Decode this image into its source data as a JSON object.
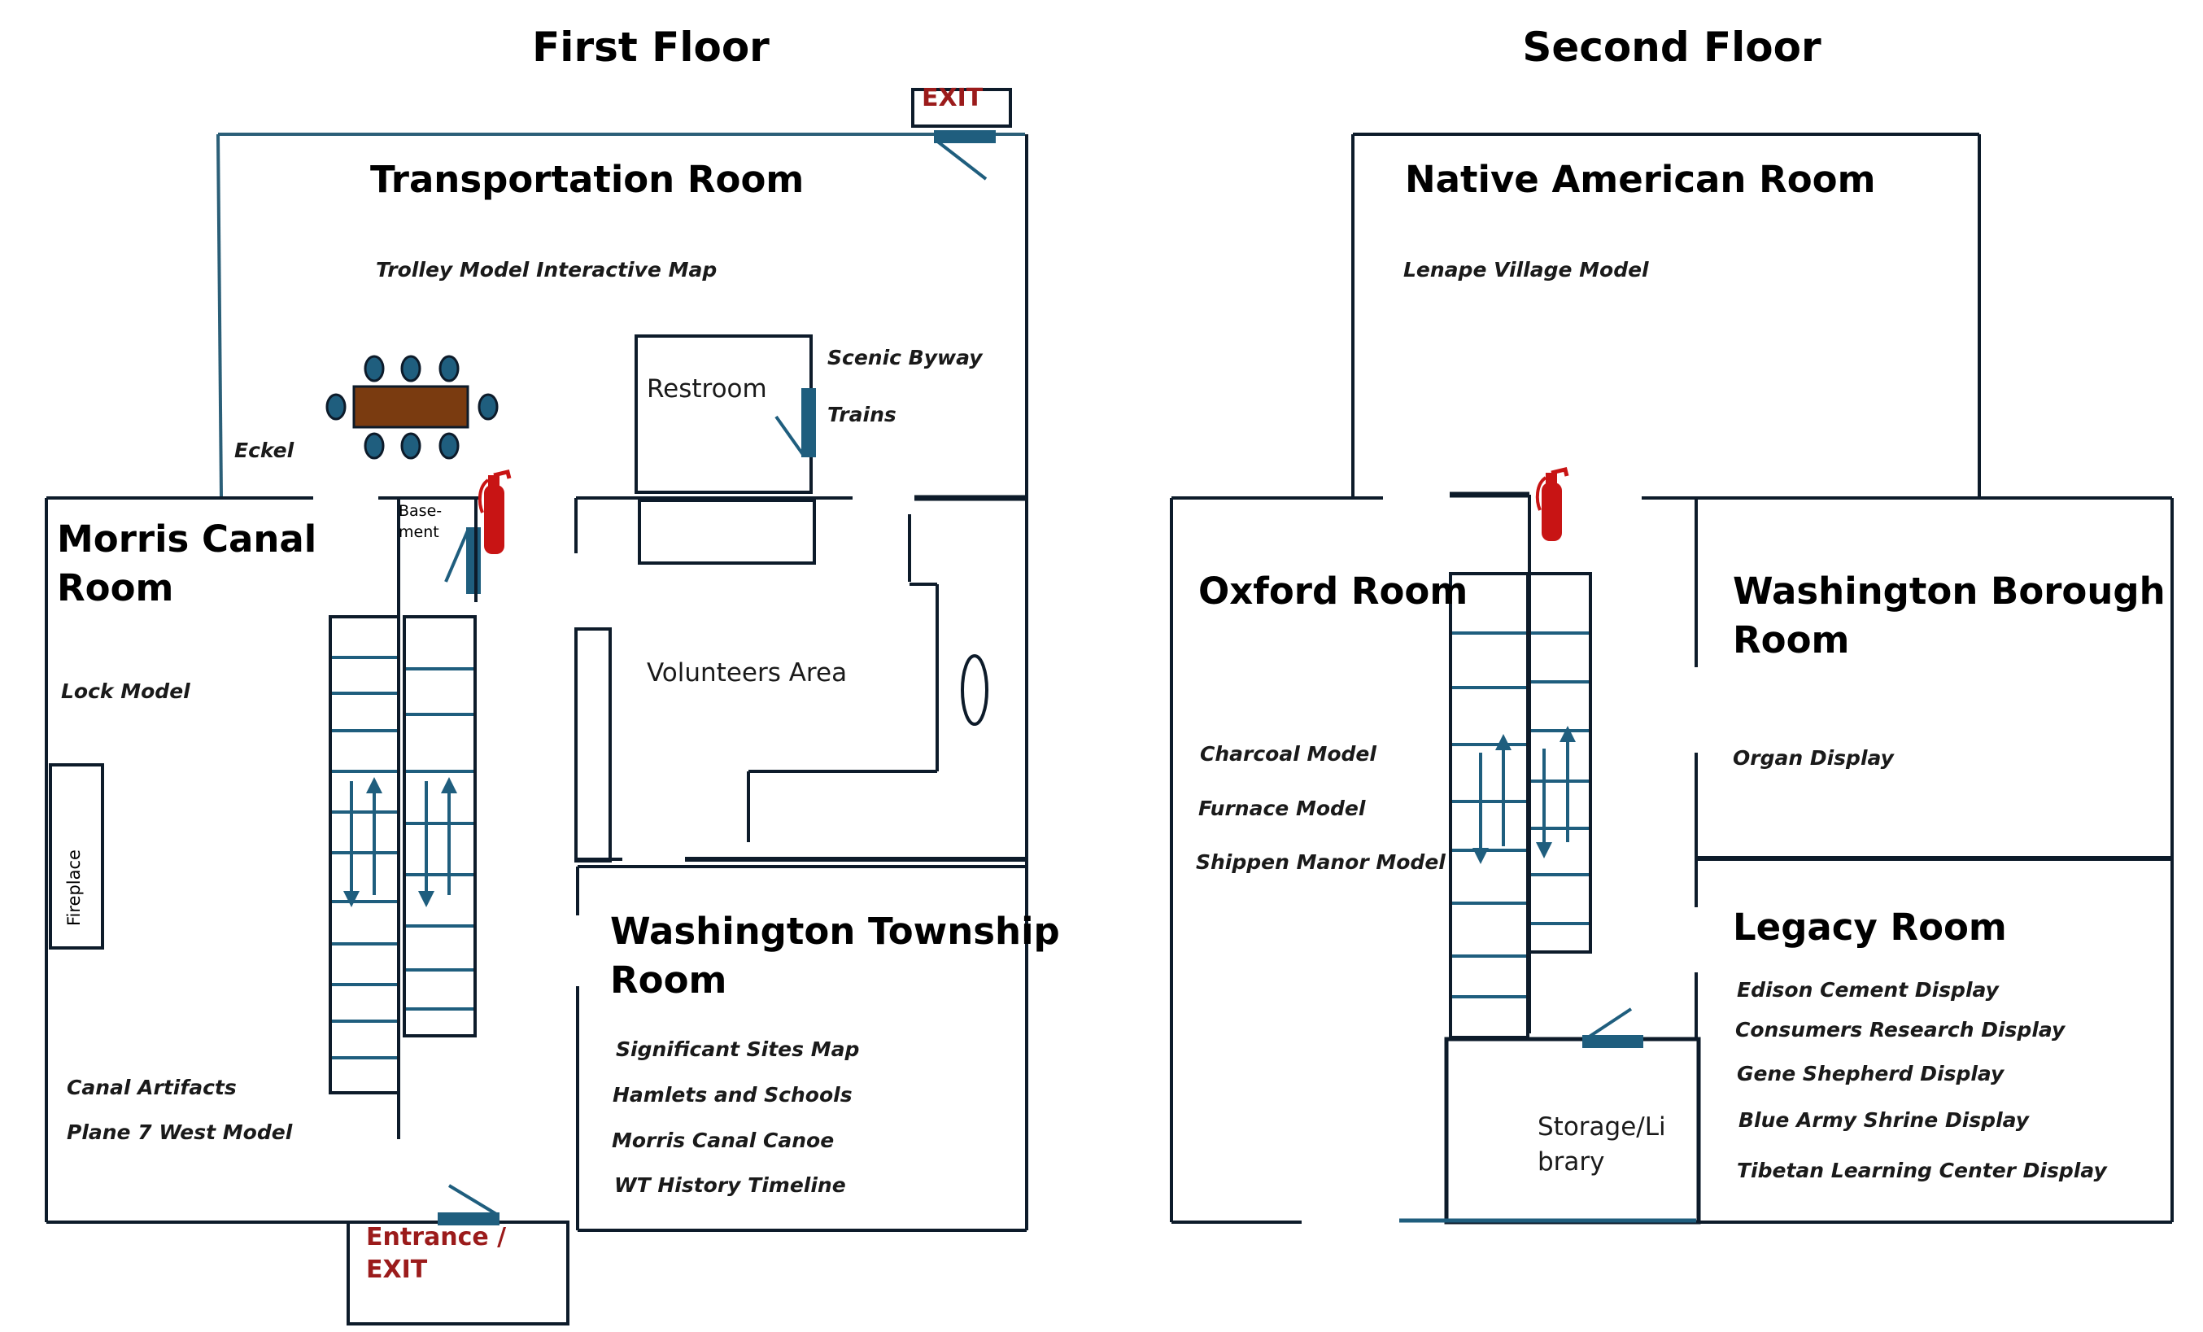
{
  "floors": {
    "first": {
      "title": "First Floor",
      "rooms": {
        "transportation": "Transportation Room",
        "morris_canal_1": "Morris Canal",
        "morris_canal_2": "Room",
        "restroom": "Restroom",
        "volunteers": "Volunteers Area",
        "washington_township_1": "Washington Township",
        "washington_township_2": "Room"
      },
      "exhibits": {
        "trolley": "Trolley Model Interactive Map",
        "scenic_byway": "Scenic Byway",
        "trains": "Trains",
        "eckel": "Eckel",
        "lock_model": "Lock Model",
        "canal_artifacts": "Canal Artifacts",
        "plane7": "Plane 7 West Model",
        "significant_sites": "Significant Sites Map",
        "hamlets": "Hamlets and Schools",
        "canoe": "Morris Canal Canoe",
        "timeline": "WT History Timeline"
      },
      "labels": {
        "fireplace": "Fireplace",
        "basement_1": "Base-",
        "basement_2": "ment",
        "exit": "EXIT",
        "entrance_1": "Entrance /",
        "entrance_2": "EXIT"
      }
    },
    "second": {
      "title": "Second Floor",
      "rooms": {
        "native_american": "Native American Room",
        "oxford": "Oxford Room",
        "washington_borough_1": "Washington Borough",
        "washington_borough_2": "Room",
        "legacy": "Legacy Room",
        "storage_1": "Storage/Li",
        "storage_2": "brary"
      },
      "exhibits": {
        "lenape": "Lenape Village Model",
        "charcoal": "Charcoal Model",
        "furnace": "Furnace Model",
        "shippen": "Shippen Manor Model",
        "organ": "Organ Display",
        "edison": "Edison Cement Display",
        "consumers": "Consumers Research Display",
        "gene": "Gene Shepherd Display",
        "blue_army": "Blue Army Shrine Display",
        "tibetan": "Tibetan Learning Center Display"
      }
    }
  },
  "colors": {
    "wall": "#0d1b2a",
    "door": "#1f5e7e",
    "stairs": "#1f5e7e",
    "table": "#7a3b10",
    "chair": "#1f5e7e",
    "extinguisher": "#c81414",
    "exit_text": "#9b1b1b"
  }
}
